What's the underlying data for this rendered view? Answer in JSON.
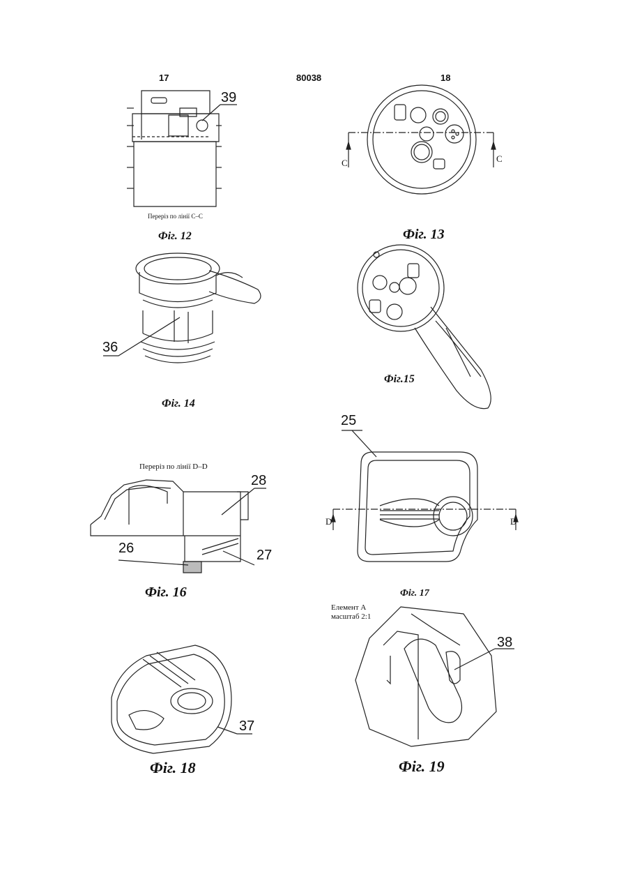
{
  "header": {
    "left_page": "17",
    "doc_number": "80038",
    "right_page": "18"
  },
  "figures": {
    "fig12": {
      "caption": "Фіг. 12",
      "section_note": "Переріз по лінії С–С",
      "ref": "39"
    },
    "fig13": {
      "caption": "Фіг. 13",
      "section_left": "C",
      "section_right": "C"
    },
    "fig14": {
      "caption": "Фіг. 14",
      "ref": "36"
    },
    "fig15": {
      "caption": "Фіг.15"
    },
    "fig16": {
      "caption": "Фіг. 16",
      "section_note": "Переріз по лінії D–D",
      "ref_a": "28",
      "ref_b": "26",
      "ref_c": "27"
    },
    "fig17": {
      "caption": "Фіг. 17",
      "ref": "25",
      "section_left": "D",
      "section_right": "D"
    },
    "fig18": {
      "caption": "Фіг. 18",
      "ref": "37"
    },
    "fig19": {
      "caption": "Фіг. 19",
      "detail_line1": "Елемент А",
      "detail_line2": "масштаб 2:1",
      "ref": "38"
    }
  }
}
